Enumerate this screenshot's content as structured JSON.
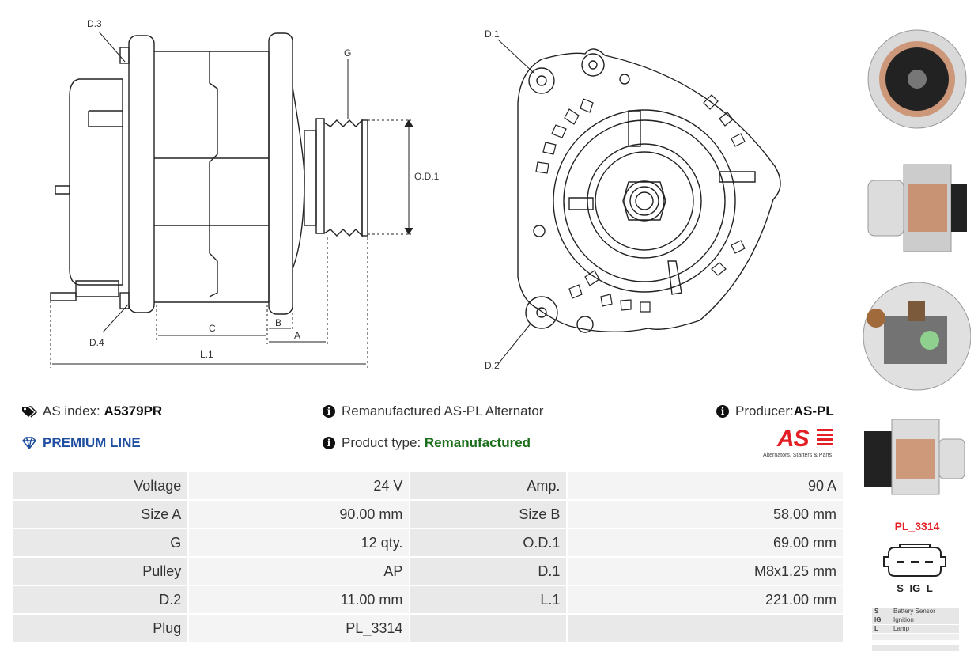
{
  "drawing": {
    "labels": {
      "d3": "D.3",
      "d4": "D.4",
      "g": "G",
      "od1": "O.D.1",
      "c": "C",
      "b": "B",
      "a": "A",
      "l1": "L.1",
      "d1": "D.1",
      "d2": "D.2"
    }
  },
  "info": {
    "as_index_label": "AS index:",
    "as_index_value": "A5379PR",
    "description": "Remanufactured AS-PL Alternator",
    "producer_label": "Producer:",
    "producer_value": "AS-PL",
    "premium": "PREMIUM LINE",
    "product_type_label": "Product type:",
    "product_type_value": "Remanufactured",
    "logo_text": "AS",
    "logo_tagline": "Alternators, Starters & Parts"
  },
  "specs": [
    {
      "k1": "Voltage",
      "v1": "24 V",
      "k2": "Amp.",
      "v2": "90 A"
    },
    {
      "k1": "Size A",
      "v1": "90.00 mm",
      "k2": "Size B",
      "v2": "58.00 mm"
    },
    {
      "k1": "G",
      "v1": "12 qty.",
      "k2": "O.D.1",
      "v2": "69.00 mm"
    },
    {
      "k1": "Pulley",
      "v1": "AP",
      "k2": "D.1",
      "v2": "M8x1.25 mm"
    },
    {
      "k1": "D.2",
      "v1": "11.00 mm",
      "k2": "L.1",
      "v2": "221.00 mm"
    },
    {
      "k1": "Plug",
      "v1": "PL_3314",
      "k2": "",
      "v2": ""
    }
  ],
  "plug": {
    "name": "PL_3314",
    "pins": "S IG L",
    "legend": [
      {
        "key": "S",
        "desc": "Battery Sensor"
      },
      {
        "key": "IG",
        "desc": "Ignition"
      },
      {
        "key": "L",
        "desc": "Lamp"
      }
    ]
  },
  "colors": {
    "accent_blue": "#1f4fa0",
    "green": "#1a6e1a",
    "red": "#e31e24"
  }
}
